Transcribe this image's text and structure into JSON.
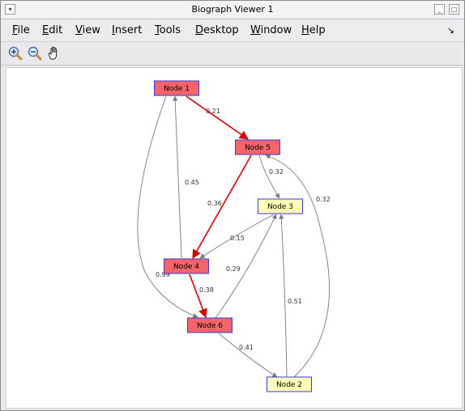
{
  "window": {
    "title": "Biograph Viewer 1"
  },
  "menu": {
    "items": [
      {
        "key": "F",
        "rest": "ile"
      },
      {
        "key": "E",
        "rest": "dit"
      },
      {
        "key": "V",
        "rest": "iew"
      },
      {
        "key": "I",
        "rest": "nsert"
      },
      {
        "key": "T",
        "rest": "ools"
      },
      {
        "key": "D",
        "rest": "esktop"
      },
      {
        "key": "W",
        "rest": "indow"
      },
      {
        "key": "H",
        "rest": "elp"
      }
    ]
  },
  "toolbar": {
    "tools": [
      "zoom-in-icon",
      "zoom-out-icon",
      "pan-hand-icon"
    ]
  },
  "colors": {
    "highlight_node": "#f4646a",
    "normal_node": "#ffffb8",
    "node_border": "#3a3adc",
    "highlight_edge": "#d40000",
    "normal_edge": "#7a7a7a"
  },
  "graph": {
    "nodes": [
      {
        "id": "n1",
        "label": "Node 1",
        "highlighted": true
      },
      {
        "id": "n5",
        "label": "Node 5",
        "highlighted": true
      },
      {
        "id": "n3",
        "label": "Node 3",
        "highlighted": false
      },
      {
        "id": "n4",
        "label": "Node 4",
        "highlighted": true
      },
      {
        "id": "n6",
        "label": "Node 6",
        "highlighted": true
      },
      {
        "id": "n2",
        "label": "Node 2",
        "highlighted": false
      }
    ],
    "edges": [
      {
        "id": "e1-5",
        "from": "n1",
        "to": "n5",
        "weight": "0.21",
        "highlighted": true
      },
      {
        "id": "e5-3",
        "from": "n5",
        "to": "n3",
        "weight": "0.32",
        "highlighted": false
      },
      {
        "id": "e5-4",
        "from": "n5",
        "to": "n4",
        "weight": "0.36",
        "highlighted": true
      },
      {
        "id": "e4-1",
        "from": "n4",
        "to": "n1",
        "weight": "0.45",
        "highlighted": false
      },
      {
        "id": "e3-4",
        "from": "n3",
        "to": "n4",
        "weight": "0.15",
        "highlighted": false
      },
      {
        "id": "e4-6",
        "from": "n4",
        "to": "n6",
        "weight": "0.38",
        "highlighted": true
      },
      {
        "id": "e1-6",
        "from": "n1",
        "to": "n6",
        "weight": "0.99",
        "highlighted": false
      },
      {
        "id": "e6-3",
        "from": "n6",
        "to": "n3",
        "weight": "0.29",
        "highlighted": false
      },
      {
        "id": "e6-2",
        "from": "n6",
        "to": "n2",
        "weight": "0.41",
        "highlighted": false
      },
      {
        "id": "e2-3",
        "from": "n2",
        "to": "n3",
        "weight": "0.51",
        "highlighted": false
      },
      {
        "id": "e2-5",
        "from": "n2",
        "to": "n5",
        "weight": "0.32",
        "highlighted": false
      }
    ]
  }
}
